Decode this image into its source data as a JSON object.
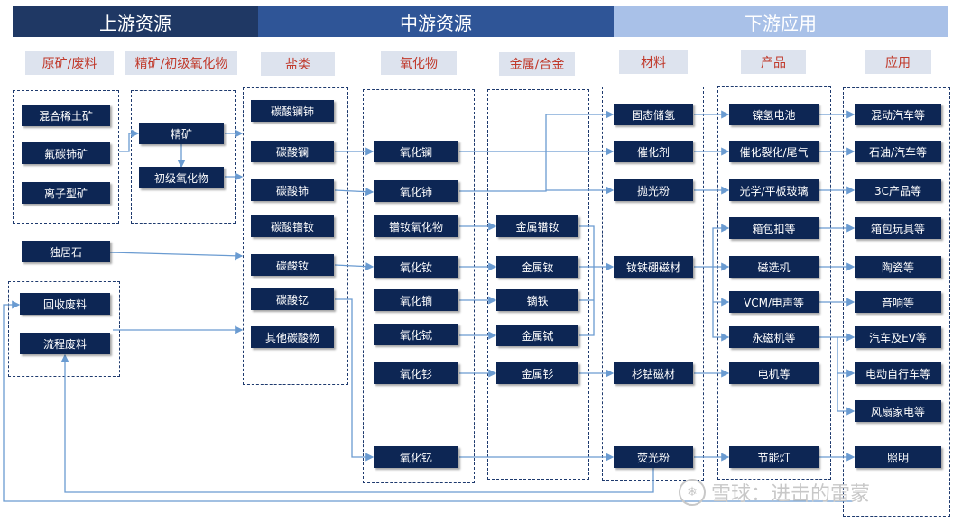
{
  "stages": {
    "upstream": {
      "label": "上游资源",
      "color": "#1f3864"
    },
    "midstream": {
      "label": "中游资源",
      "color": "#2f5597"
    },
    "downstream": {
      "label": "下游应用",
      "color": "#a9c1e8"
    }
  },
  "categories": {
    "ore": "原矿/废料",
    "concentrate": "精矿/初级氧化物",
    "salts": "盐类",
    "oxides": "氧化物",
    "metals": "金属/合金",
    "materials": "材料",
    "products": "产品",
    "applications": "应用"
  },
  "nodes": {
    "mixed_rare_earth": "混合稀土矿",
    "bastnaesite": "氟碳铈矿",
    "ionic_ore": "离子型矿",
    "monazite": "独居石",
    "recycled_waste": "回收废料",
    "process_waste": "流程废料",
    "concentrate": "精矿",
    "primary_oxide": "初级氧化物",
    "la_ce_carbonate": "碳酸镧铈",
    "la_carbonate": "碳酸镧",
    "ce_carbonate": "碳酸铈",
    "prnd_carbonate": "碳酸镨钕",
    "nd_carbonate": "碳酸钕",
    "y_carbonate": "碳酸钇",
    "other_carbonate": "其他碳酸物",
    "la_oxide": "氧化镧",
    "ce_oxide": "氧化铈",
    "prnd_oxide": "镨钕氧化物",
    "nd_oxide": "氧化钕",
    "dy_oxide": "氧化镝",
    "tb_oxide": "氧化铽",
    "sm_oxide": "氧化钐",
    "y_oxide": "氧化钇",
    "prnd_metal": "金属镨钕",
    "nd_metal": "金属钕",
    "dyfe": "镝铁",
    "tb_metal": "金属铽",
    "sm_metal": "金属钐",
    "h2_storage": "固态储氢",
    "catalyst": "催化剂",
    "polishing": "抛光粉",
    "ndfeb": "钕铁硼磁材",
    "smco": "杉钴磁材",
    "phosphor": "荧光粉",
    "nimh": "镍氢电池",
    "cracking": "催化裂化/尾气",
    "optical_glass": "光学/平板玻璃",
    "bag_buckle": "箱包扣等",
    "separator": "磁选机",
    "vcm": "VCM/电声等",
    "pm_motor": "永磁机等",
    "motor": "电机等",
    "lamp": "节能灯",
    "hybrid_car": "混动汽车等",
    "petro_car": "石油/汽车等",
    "electronics_3c": "3C产品等",
    "toys": "箱包玩具等",
    "ceramics": "陶瓷等",
    "audio": "音响等",
    "ev": "汽车及EV等",
    "ebike": "电动自行车等",
    "appliances": "风扇家电等",
    "lighting": "照明"
  },
  "watermark": "雪球：进击的雷蒙",
  "colors": {
    "node": "#0d2654",
    "link": "#6a9bd1",
    "category_text": "#c0392b"
  }
}
